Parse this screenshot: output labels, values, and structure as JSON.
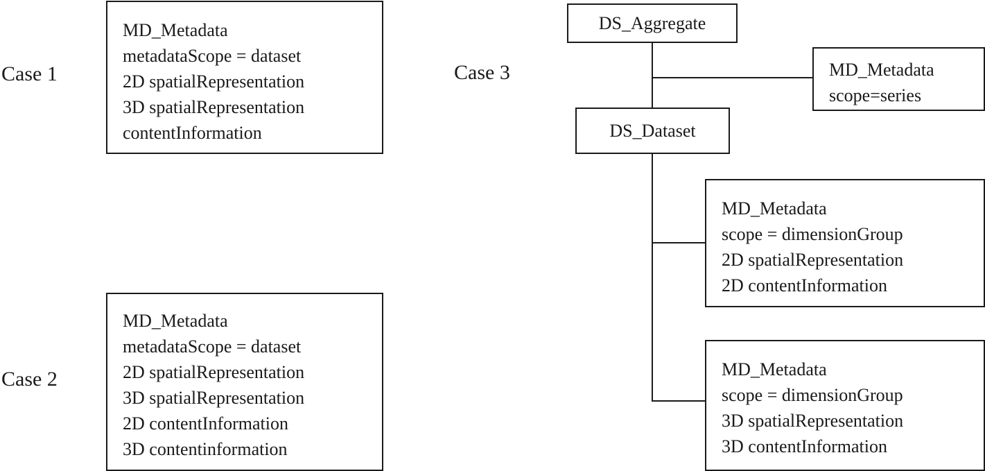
{
  "diagram": {
    "case1": {
      "label": "Case 1",
      "box_lines": [
        "MD_Metadata",
        "metadataScope = dataset",
        "2D spatialRepresentation",
        "3D spatialRepresentation",
        "contentInformation"
      ]
    },
    "case2": {
      "label": "Case 2",
      "box_lines": [
        "MD_Metadata",
        "metadataScope = dataset",
        "2D spatialRepresentation",
        "3D spatialRepresentation",
        "2D contentInformation",
        "3D contentinformation"
      ]
    },
    "case3": {
      "label": "Case 3",
      "ds_aggregate_label": "DS_Aggregate",
      "ds_dataset_label": "DS_Dataset",
      "md_series_lines": [
        "MD_Metadata",
        "scope=series"
      ],
      "md_2d_lines": [
        "MD_Metadata",
        "scope = dimensionGroup",
        "2D spatialRepresentation",
        "2D contentInformation"
      ],
      "md_3d_lines": [
        "MD_Metadata",
        "scope = dimensionGroup",
        "3D spatialRepresentation",
        "3D contentInformation"
      ]
    },
    "colors": {
      "line": "#1a1a1a",
      "background": "#ffffff"
    }
  }
}
